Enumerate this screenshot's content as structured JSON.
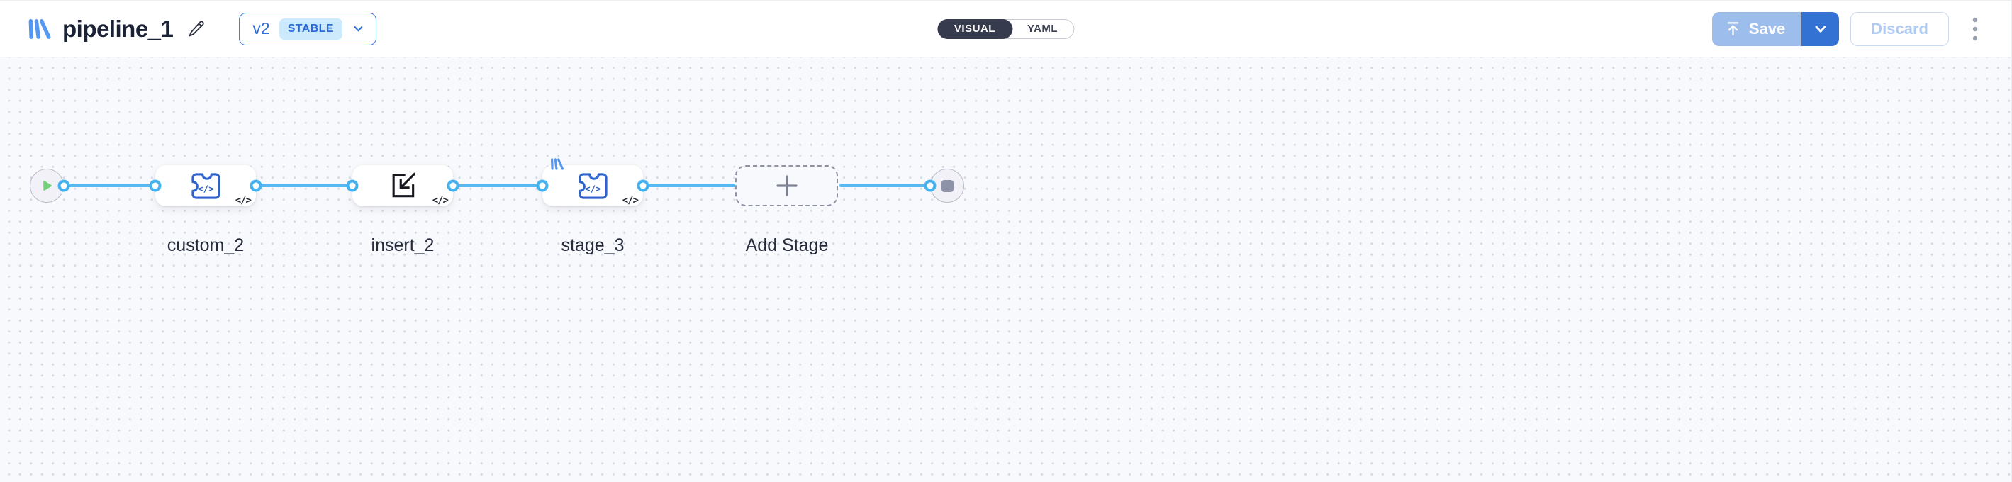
{
  "header": {
    "title": "pipeline_1",
    "version": {
      "label": "v2",
      "status_badge": "STABLE"
    },
    "view_toggle": {
      "visual": "VISUAL",
      "yaml": "YAML",
      "selected": "VISUAL"
    },
    "save_label": "Save",
    "discard_label": "Discard"
  },
  "icons": {
    "code_glyph": "</>"
  },
  "canvas": {
    "nodes": [
      {
        "name": "trigger-start",
        "type": "trigger"
      },
      {
        "name": "custom_2",
        "label": "custom_2",
        "icon": "puzzle-code-icon",
        "corner_badge": "</>"
      },
      {
        "name": "insert_2",
        "label": "insert_2",
        "icon": "box-arrow-in-icon",
        "corner_badge": "</>"
      },
      {
        "name": "stage_3",
        "label": "stage_3",
        "icon": "puzzle-code-icon",
        "corner_badge": "</>",
        "origin_badge": "app-logo"
      },
      {
        "name": "add-stage",
        "label": "Add Stage",
        "type": "add"
      },
      {
        "name": "end-stop",
        "type": "end"
      }
    ]
  },
  "colors": {
    "accent_blue": "#3372d3",
    "edge_blue": "#57b9f0",
    "icon_blue": "#2c63cc",
    "logo_blue": "#5598f2",
    "play_green": "#73d07a",
    "stop_gray": "#8d92a8",
    "stable_badge_bg": "#cdeafc",
    "canvas_bg": "#f8f9fc"
  }
}
